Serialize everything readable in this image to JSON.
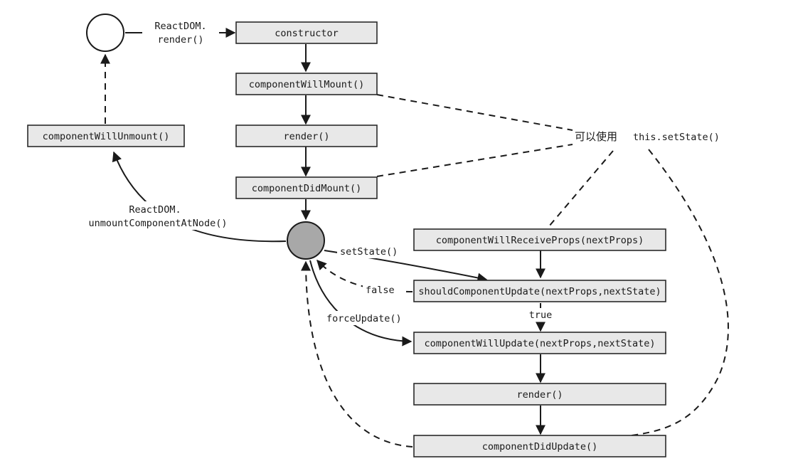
{
  "nodes": {
    "constructor": "constructor",
    "will_mount": "componentWillMount()",
    "render_mount": "render()",
    "did_mount": "componentDidMount()",
    "will_unmount": "componentWillUnmount()",
    "will_receive_props": "componentWillReceiveProps(nextProps)",
    "should_update": "shouldComponentUpdate(nextProps,nextState)",
    "will_update": "componentWillUpdate(nextProps,nextState)",
    "render_update": "render()",
    "did_update": "componentDidUpdate()"
  },
  "labels": {
    "render_call_line1": "ReactDOM.",
    "render_call_line2": "render()",
    "unmount_call_line1": "ReactDOM.",
    "unmount_call_line2": "unmountComponentAtNode()",
    "set_state": "setState()",
    "force_update": "forceUpdate()",
    "false_label": "false",
    "true_label": "true",
    "note_prefix": "可以使用",
    "note_code": "this.setState()"
  }
}
